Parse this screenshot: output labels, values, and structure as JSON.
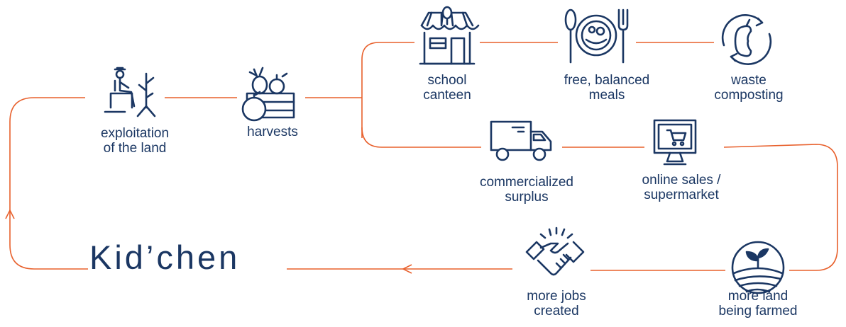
{
  "brand": "Kid’chen",
  "colors": {
    "accent": "#e8602c",
    "text": "#1b3763",
    "icon": "#1b3763"
  },
  "nodes": [
    {
      "id": "exploitation",
      "icon": "farmer-planting-icon",
      "lines": [
        "exploitation",
        "of the land"
      ]
    },
    {
      "id": "harvests",
      "icon": "harvest-crate-icon",
      "lines": [
        "harvests"
      ]
    },
    {
      "id": "canteen",
      "icon": "school-canteen-icon",
      "lines": [
        "school",
        "canteen"
      ]
    },
    {
      "id": "meals",
      "icon": "plate-cutlery-icon",
      "lines": [
        "free, balanced",
        "meals"
      ]
    },
    {
      "id": "composting",
      "icon": "apple-core-recycle-icon",
      "lines": [
        "waste",
        "composting"
      ]
    },
    {
      "id": "surplus",
      "icon": "delivery-truck-icon",
      "lines": [
        "commercialized",
        "surplus"
      ]
    },
    {
      "id": "online",
      "icon": "computer-cart-icon",
      "lines": [
        "online sales /",
        "supermarket"
      ]
    },
    {
      "id": "jobs",
      "icon": "handshake-icon",
      "lines": [
        "more jobs",
        "created"
      ]
    },
    {
      "id": "land",
      "icon": "sprouting-field-icon",
      "lines": [
        "more land",
        "being farmed"
      ]
    }
  ]
}
